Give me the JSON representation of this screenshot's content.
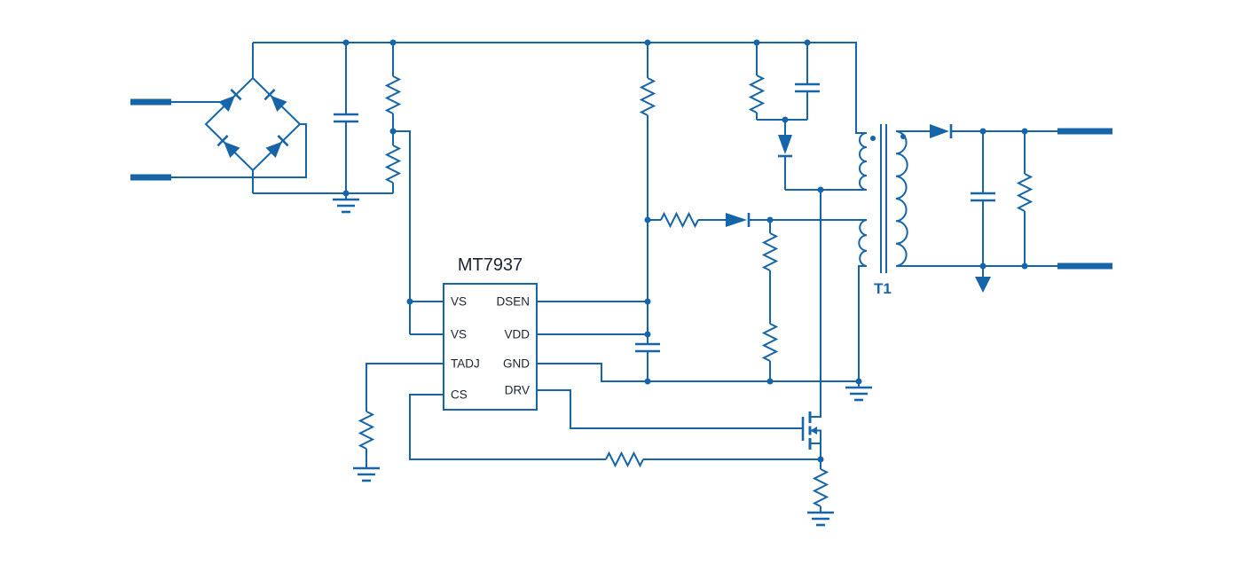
{
  "schematic": {
    "ic": {
      "part_number": "MT7937",
      "left_pins": [
        "VS",
        "VS",
        "TADJ",
        "CS"
      ],
      "right_pins": [
        "DSEN",
        "VDD",
        "GND",
        "DRV"
      ]
    },
    "transformer": {
      "designator": "T1"
    }
  },
  "colors": {
    "wire": "#1565a8",
    "component_label": "#1b2330",
    "transformer_label": "#1565a8",
    "background": "#ffffff"
  }
}
